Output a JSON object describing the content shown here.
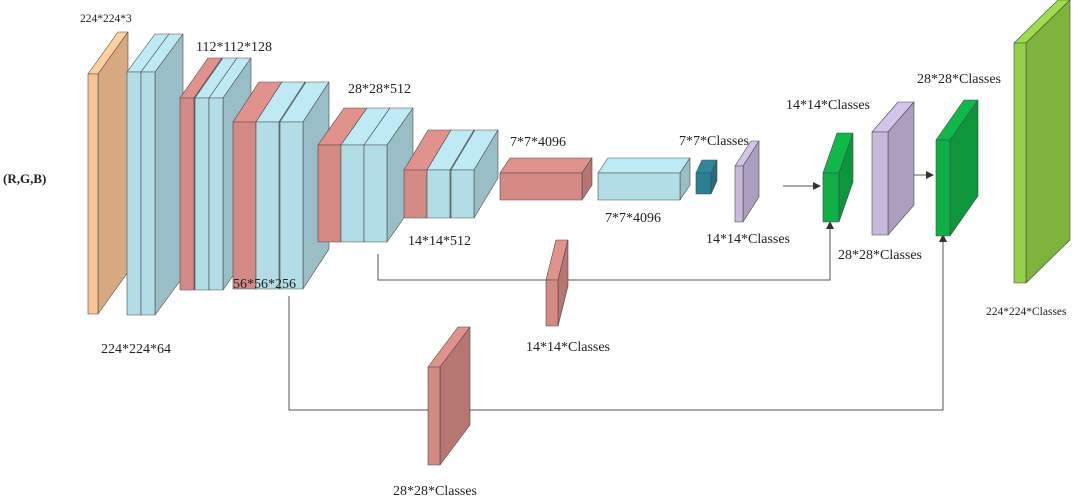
{
  "colors": {
    "input": "#f9c596",
    "conv": "#b2dde6",
    "pool": "#d48a84",
    "score": "#2b7f94",
    "deconv": "#c7b9dc",
    "fuse": "#0fae46",
    "output": "#93d148",
    "line": "#555555"
  },
  "labels": {
    "input_channels": "(R,G,B)",
    "input_size": "224*224*3",
    "conv1": "224*224*64",
    "conv2": "112*112*128",
    "conv3": "56*56*256",
    "conv4": "28*28*512",
    "conv5": "14*14*512",
    "fc6": "7*7*4096",
    "fc7": "7*7*4096",
    "score": "7*7*Classes",
    "upscore1": "14*14*Classes",
    "fuse1": "14*14*Classes",
    "pool4_score": "14*14*Classes",
    "upscore2": "28*28*Classes",
    "fuse2": "28*28*Classes",
    "pool3_score": "28*28*Classes",
    "output": "224*224*Classes"
  }
}
